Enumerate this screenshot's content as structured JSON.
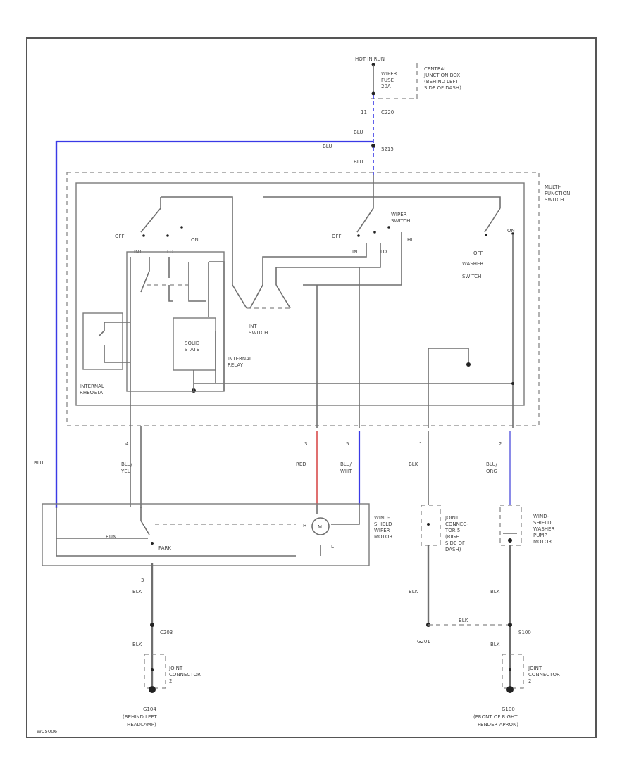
{
  "colors": {
    "blu": "#3a3ae6",
    "blu_light": "#8a8ae8",
    "red": "#e07070",
    "wire": "#6f6f6f"
  },
  "power": {
    "source": "HOT IN RUN",
    "fuse": [
      "WIPER",
      "FUSE",
      "20A"
    ],
    "fuse_location": [
      "CENTRAL",
      "JUNCTION BOX",
      "(BEHIND LEFT",
      "SIDE OF DASH)"
    ],
    "conn_pin": "11",
    "conn": "C220",
    "wire_top": "BLU",
    "wire_diag": "BLU",
    "wire_mid": "BLU",
    "splice": "S215"
  },
  "multifunction": {
    "label": [
      "MULTI-",
      "FUNCTION",
      "SWITCH"
    ],
    "left_switch": {
      "off": "OFF",
      "on": "ON",
      "int": "INT",
      "lo": "LO"
    },
    "wiper_switch": {
      "label": [
        "WIPER",
        "SWITCH"
      ],
      "off": "OFF",
      "int": "INT",
      "lo": "LO",
      "hi": "HI"
    },
    "washer_switch": {
      "label": [
        "WASHER",
        "SWITCH"
      ],
      "off": "OFF",
      "on": "ON"
    },
    "int_switch": [
      "INT",
      "SWITCH"
    ],
    "solid_state": [
      "SOLID",
      "STATE"
    ],
    "internal_relay": [
      "INTERNAL",
      "RELAY"
    ],
    "internal_rheostat": [
      "INTERNAL",
      "RHEOSTAT"
    ]
  },
  "wires": [
    {
      "pin": "4",
      "color": [
        "BLU/",
        "YEL"
      ]
    },
    {
      "pin": "3",
      "color": [
        "RED"
      ]
    },
    {
      "pin": "5",
      "color": [
        "BLU/",
        "WHT"
      ]
    },
    {
      "pin": "1",
      "color": [
        "BLK"
      ]
    },
    {
      "pin": "2",
      "color": [
        "BLU/",
        "ORG"
      ]
    }
  ],
  "left_wire": "BLU",
  "motor": {
    "label": [
      "WIND-",
      "SHIELD",
      "WIPER",
      "MOTOR"
    ],
    "run": "RUN",
    "park": "PARK",
    "m_label": "M",
    "h_label": "H",
    "l_label": "L"
  },
  "joint_dash": [
    "JOINT",
    "CONNEC-",
    "TOR 5",
    "(RIGHT",
    "SIDE OF",
    "DASH)"
  ],
  "washer_motor": [
    "WIND-",
    "SHIELD",
    "WASHER",
    "PUMP",
    "MOTOR"
  ],
  "bottom_left": {
    "pin": "3",
    "wire1": "BLK",
    "conn": "C203",
    "wire2": "BLK",
    "joint": [
      "JOINT",
      "CONNECTOR",
      "2"
    ],
    "ground": "G104",
    "ground_loc": [
      "(BEHIND LEFT",
      "HEADLAMP)"
    ]
  },
  "bottom_right": {
    "wire_left": "BLK",
    "wire_right": "BLK",
    "bridge": "BLK",
    "ground_left": "G201",
    "splice": "S100",
    "wire2": "BLK",
    "joint": [
      "JOINT",
      "CONNECTOR",
      "2"
    ],
    "ground": "G100",
    "ground_loc": [
      "(FRONT OF RIGHT",
      "FENDER APRON)"
    ]
  },
  "footer_code": "W05006"
}
